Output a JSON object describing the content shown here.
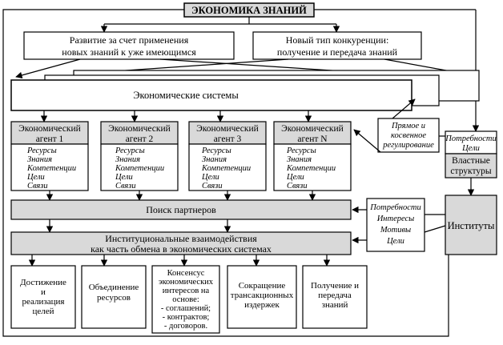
{
  "title": "ЭКОНОМИКА ЗНАНИЙ",
  "top_boxes": {
    "left": [
      "Развитие за счет применения",
      "новых знаний к уже имеющимся"
    ],
    "right": [
      "Новый тип конкуренции:",
      "получение и передача знаний"
    ]
  },
  "economic_systems": "Экономические системы",
  "regulation": [
    "Прямое и",
    "косвенное",
    "регулирование"
  ],
  "power_structures": {
    "needs": [
      "Потребности",
      "Цели"
    ],
    "label": [
      "Властные",
      "структуры"
    ]
  },
  "agents": [
    {
      "title": [
        "Экономический",
        "агент 1"
      ]
    },
    {
      "title": [
        "Экономический",
        "агент 2"
      ]
    },
    {
      "title": [
        "Экономический",
        "агент 3"
      ]
    },
    {
      "title": [
        "Экономический",
        "агент N"
      ]
    }
  ],
  "agent_attributes": [
    "Ресурсы",
    "Знания",
    "Компетенции",
    "Цели",
    "Связи"
  ],
  "partner_search": "Поиск партнеров",
  "interactions": [
    "Институциональные взаимодействия",
    "как часть обмена в экономических системах"
  ],
  "motives": [
    "Потребности",
    "Интересы",
    "Мотивы",
    "Цели"
  ],
  "institutions": "Институты",
  "outcomes": [
    {
      "lines": [
        "Достижение",
        "и",
        "реализация",
        "целей"
      ]
    },
    {
      "lines": [
        "Объединение",
        "ресурсов"
      ]
    },
    {
      "lines": [
        "Консенсус",
        "экономических",
        "интересов на",
        "основе:",
        "- соглашений;",
        "- контрактов;",
        "- договоров."
      ]
    },
    {
      "lines": [
        "Сокращение",
        "трансакционных",
        "издержек"
      ]
    },
    {
      "lines": [
        "Получение и",
        "передача",
        "знаний"
      ]
    }
  ],
  "colors": {
    "shade": "#d9d9d9",
    "line": "#000000",
    "background": "#ffffff"
  }
}
